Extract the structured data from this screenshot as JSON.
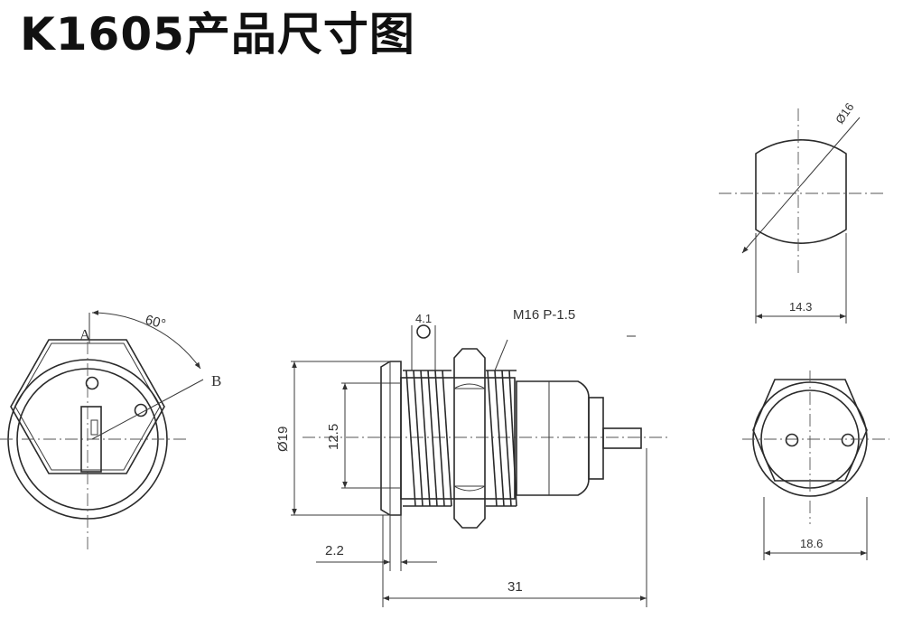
{
  "title": "K1605产品尺寸图",
  "dimensions": {
    "angle": "60°",
    "label_a": "A",
    "label_b": "B",
    "hole": "4.1",
    "thread": "M16 P-1.5",
    "flange_diameter": "Ø19",
    "body_diameter": "12.5",
    "flange_thickness": "2.2",
    "total_length": "31",
    "top_diameter": "Ø16",
    "top_flat": "14.3",
    "hex_width": "18.6"
  },
  "colors": {
    "ink": "#2a2a2a",
    "background": "#ffffff"
  }
}
